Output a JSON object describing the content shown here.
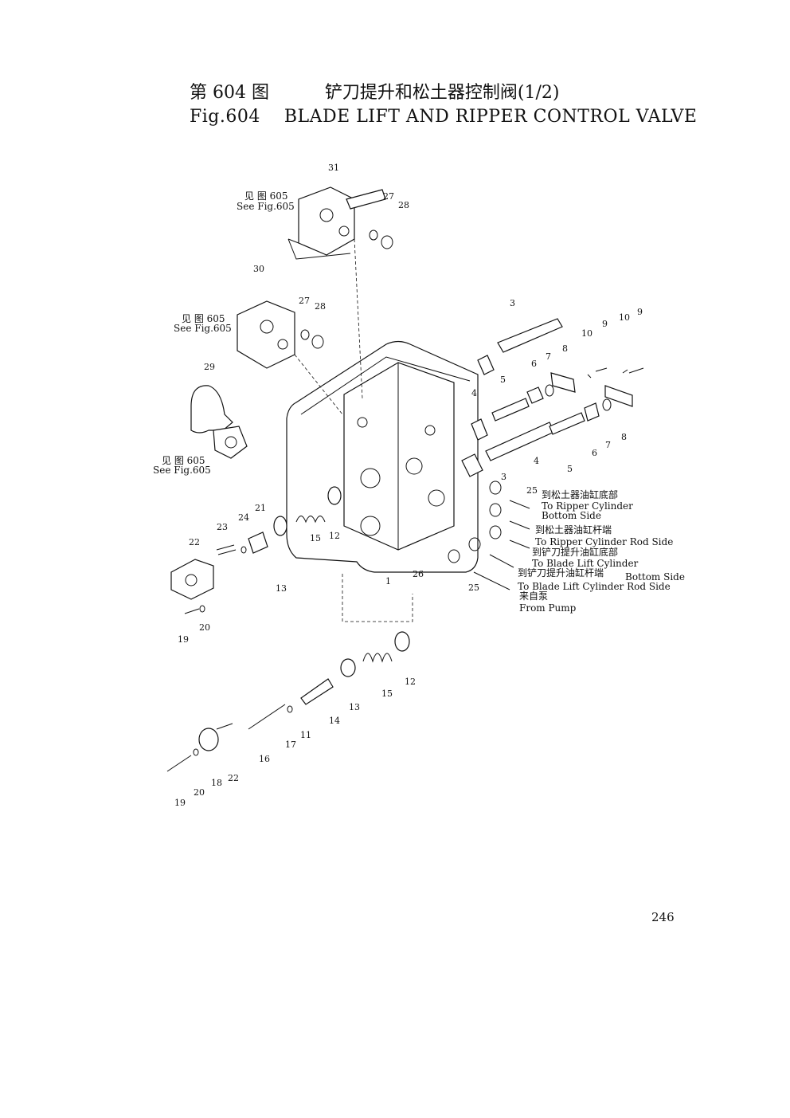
{
  "header": {
    "title_cn": "第 604 图          铲刀提升和松土器控制阀(1/2)",
    "title_en": "Fig.604    BLADE LIFT AND RIPPER CONTROL VALVE"
  },
  "refs": {
    "cn_1": "见 图 605",
    "en_1": "See Fig.605",
    "cn_2": "见 图 605",
    "en_2": "See Fig.605",
    "cn_3": "见 图 605",
    "en_3": "See Fig.605"
  },
  "ports": {
    "p1_cn": "到松土器油缸底部",
    "p1_en1": "To Ripper Cylinder",
    "p1_en2": "Bottom Side",
    "p2_cn": "到松土器油缸杆端",
    "p2_en": "To Ripper Cylinder Rod Side",
    "p3_cn": "到铲刀提升油缸底部",
    "p3_en": "To Blade Lift Cylinder",
    "p4_cn": "到铲刀提升油缸杆端",
    "p4_en1": "Bottom Side",
    "p4_en2": "To Blade Lift Cylinder Rod Side",
    "p5_cn": "来自泵",
    "p5_en": "From Pump"
  },
  "callouts": {
    "n31": "31",
    "n27a": "27",
    "n28a": "28",
    "n30": "30",
    "n27b": "27",
    "n28b": "28",
    "n29": "29",
    "n3a": "3",
    "n10a": "10",
    "n9a": "9",
    "n10b": "10",
    "n9b": "9",
    "n8a": "8",
    "n7a": "7",
    "n6a": "6",
    "n5a": "5",
    "n4a": "4",
    "n6b": "6",
    "n7b": "7",
    "n8b": "8",
    "n4b": "4",
    "n5b": "5",
    "n3b": "3",
    "n25a": "25",
    "n21": "21",
    "n24": "24",
    "n23": "23",
    "n22a": "22",
    "n15a": "15",
    "n12a": "12",
    "n13a": "13",
    "n1": "1",
    "n26": "26",
    "n25b": "25",
    "n19a": "19",
    "n20a": "20",
    "n12b": "12",
    "n15b": "15",
    "n13b": "13",
    "n11": "11",
    "n14": "14",
    "n17": "17",
    "n16": "16",
    "n22b": "22",
    "n18": "18",
    "n20b": "20",
    "n19b": "19"
  },
  "page_number": "246"
}
